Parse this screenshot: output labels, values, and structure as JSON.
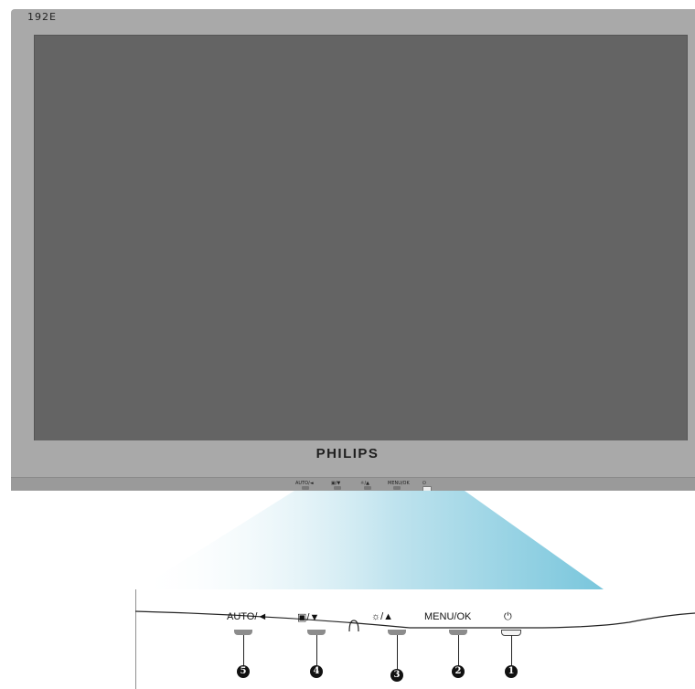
{
  "monitor": {
    "model": "192E",
    "brand": "PHILIPS"
  },
  "buttons": [
    {
      "label": "AUTO/◄",
      "callout": "5",
      "icon": "auto-left-arrow"
    },
    {
      "label": "▣/▼",
      "callout": "4",
      "icon": "aspect-ratio-down-arrow"
    },
    {
      "label": "☼/▲",
      "callout": "3",
      "icon": "brightness-up-arrow"
    },
    {
      "label": "MENU/OK",
      "callout": "2",
      "icon": "menu-ok"
    },
    {
      "label": "⏻",
      "callout": "1",
      "icon": "power-icon"
    }
  ],
  "colors": {
    "bezel": "#a9a9a9",
    "screen": "#646464",
    "beam": "#8fd0e0"
  }
}
